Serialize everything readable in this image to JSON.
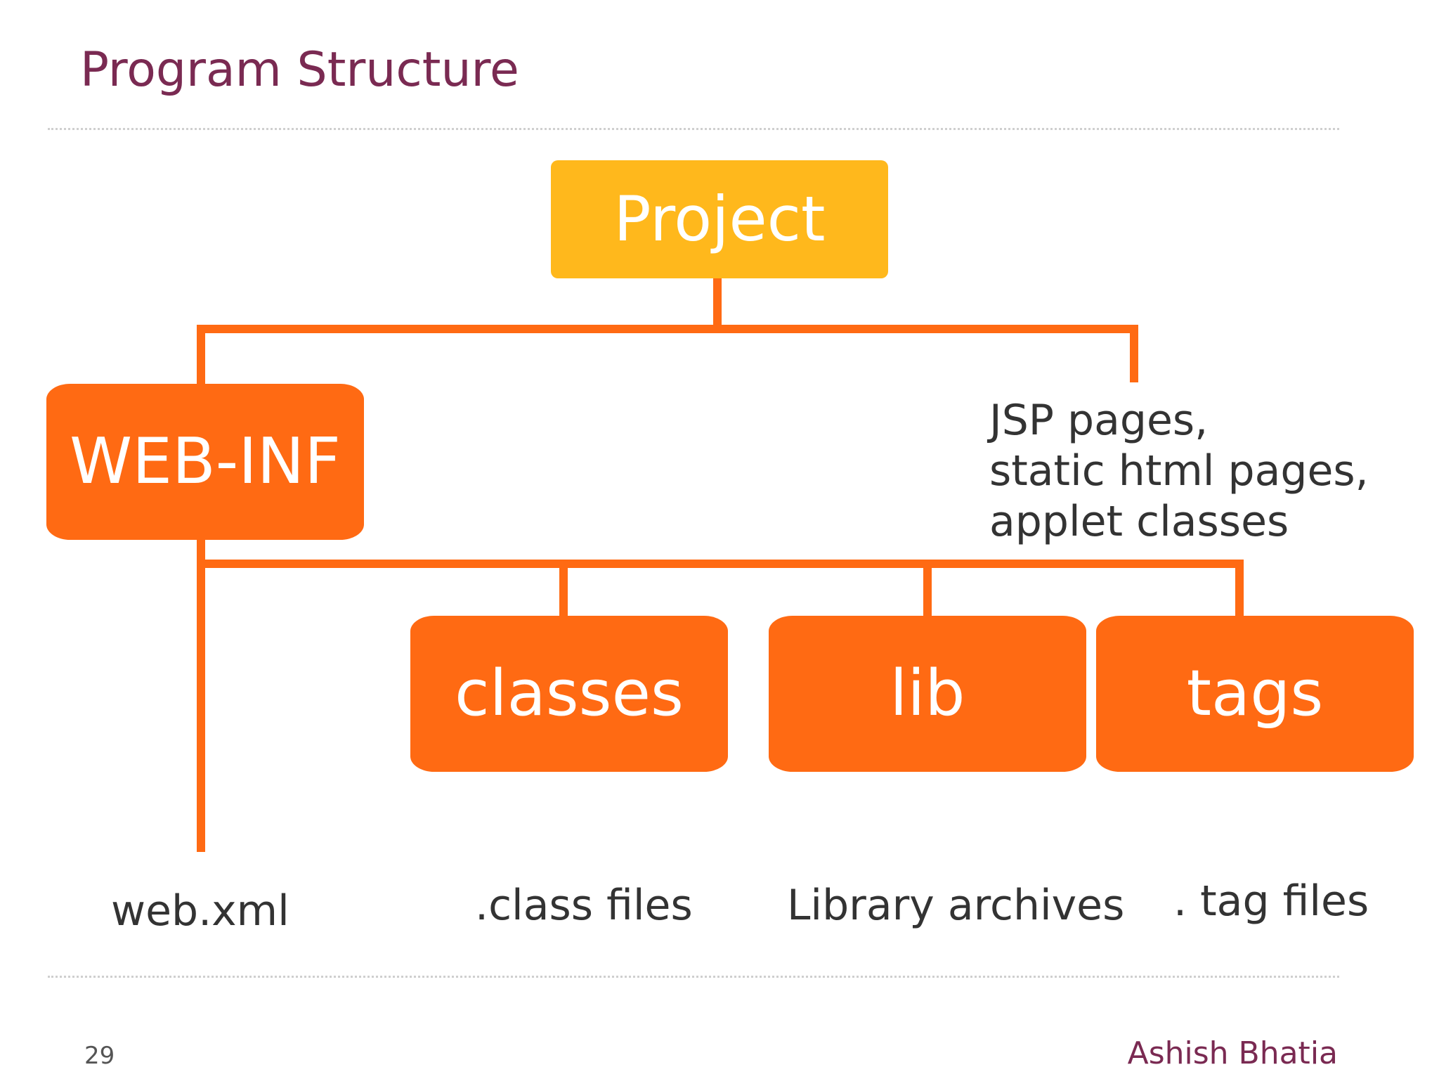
{
  "slide": {
    "title": "Program Structure",
    "page_number": "29",
    "author": "Ashish Bhatia"
  },
  "colors": {
    "title": "#7a2a52",
    "folder": "#ff6a13",
    "root": "#ffb81c",
    "connector": "#ff6a13",
    "text": "#333333"
  },
  "nodes": {
    "project": "Project",
    "web_inf": "WEB-INF",
    "classes": "classes",
    "lib": "lib",
    "tags": "tags"
  },
  "captions": {
    "root_contents": [
      "JSP pages,",
      "static html pages,",
      "applet classes"
    ],
    "web_xml": "web.xml",
    "class_files": ".class files",
    "library_archives": "Library archives",
    "tag_files": ". tag files"
  }
}
